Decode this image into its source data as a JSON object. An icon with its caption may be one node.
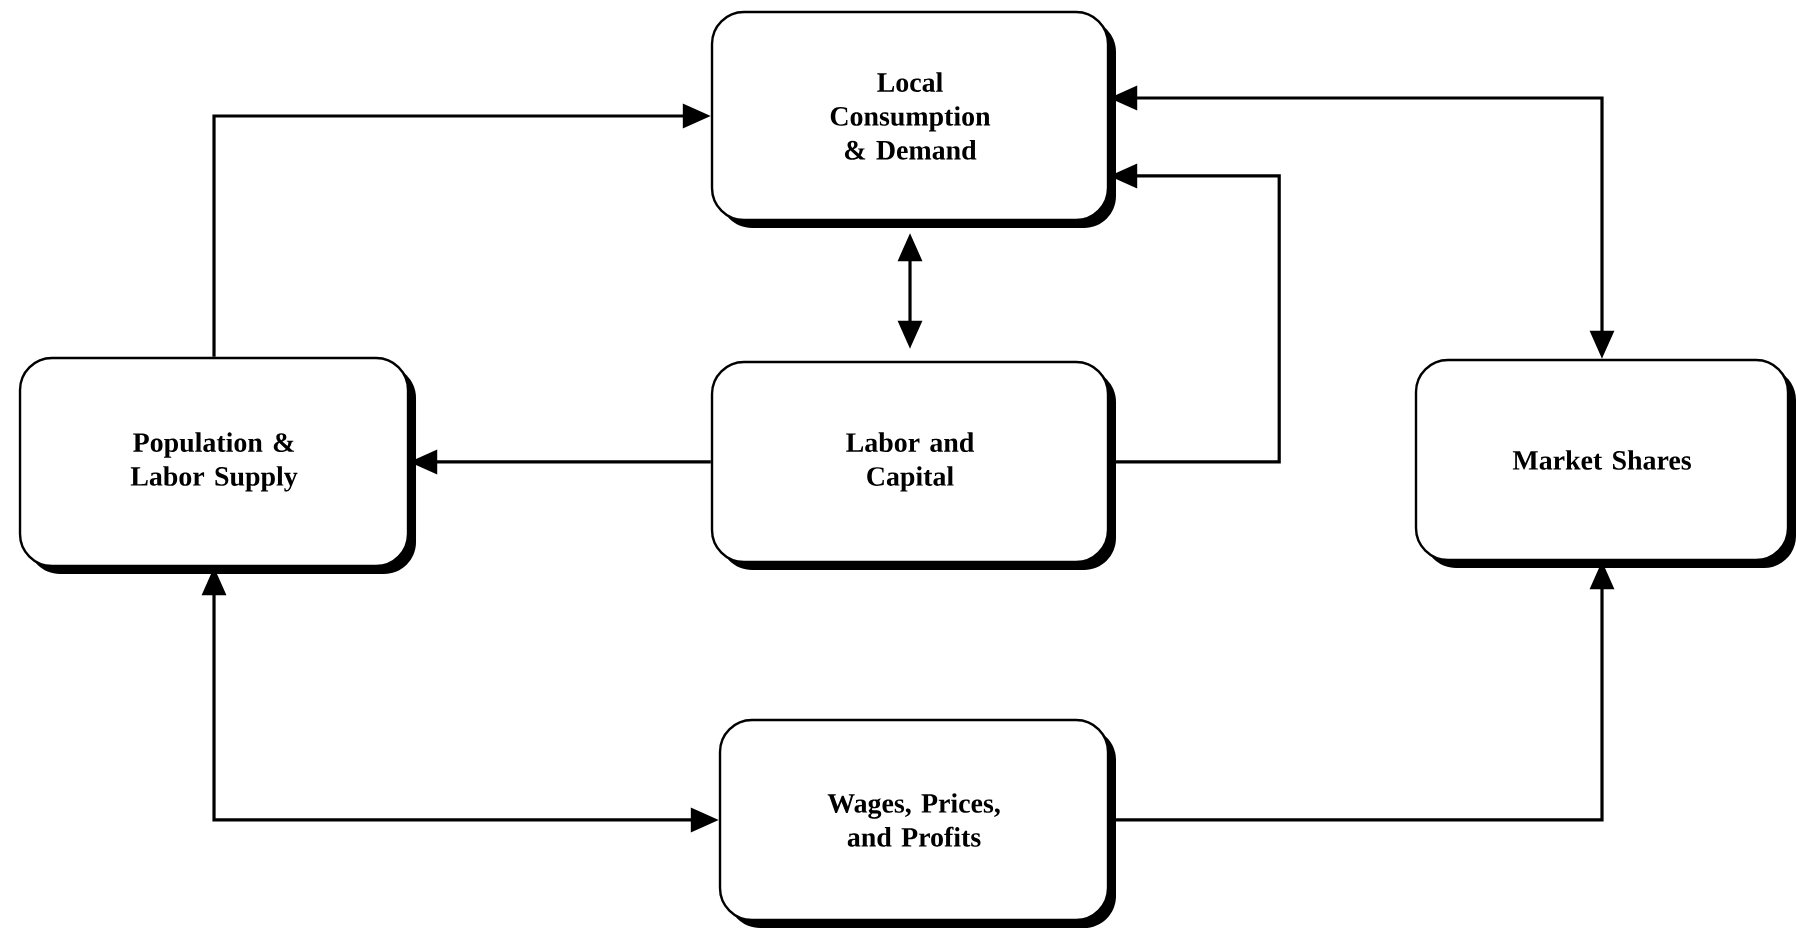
{
  "diagram": {
    "nodes": [
      {
        "text": [
          "Local Consumption & Demand"
        ]
      },
      {
        "text": [
          "Population & Labor Supply"
        ]
      },
      {
        "text": [
          "Labor and Capital"
        ]
      },
      {
        "text": [
          "Market Shares"
        ]
      },
      {
        "text": [
          "Wages, Prices, and Profits"
        ]
      }
    ],
    "edges": [
      {
        "from": 1,
        "to": 0,
        "arrow": "to"
      },
      {
        "from": 0,
        "to": 2,
        "arrow": "both"
      },
      {
        "from": 2,
        "to": 1,
        "arrow": "to"
      },
      {
        "from": 2,
        "to": 0,
        "arrow": "to"
      },
      {
        "from": 0,
        "to": 3,
        "arrow": "both"
      },
      {
        "from": 1,
        "to": 4,
        "arrow": "both"
      },
      {
        "from": 4,
        "to": 3,
        "arrow": "to"
      }
    ]
  }
}
